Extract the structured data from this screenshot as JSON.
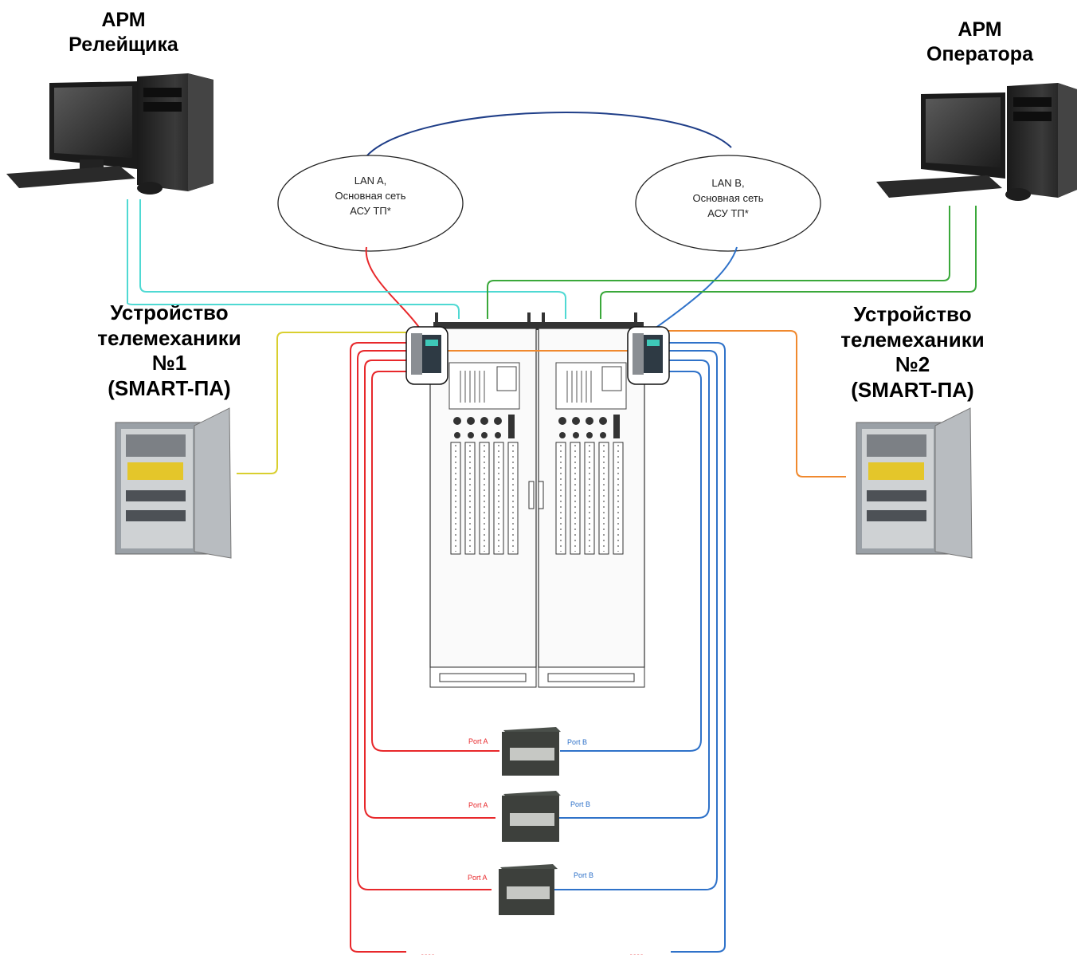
{
  "labels": {
    "arm_relay": [
      "АРМ",
      "Релейщика"
    ],
    "arm_operator": [
      "АРМ",
      "Оператора"
    ],
    "device1": [
      "Устройство",
      "телемеханики",
      "№1",
      "(SMART-ПА)"
    ],
    "device2": [
      "Устройство",
      "телемеханики",
      "№2",
      "(SMART-ПА)"
    ]
  },
  "networks": {
    "lan_a": [
      "LAN A,",
      "Основная сеть",
      "АСУ ТП*"
    ],
    "lan_b": [
      "LAN B,",
      "Основная сеть",
      "АСУ ТП*"
    ]
  },
  "switches": [
    {
      "port_a": "Port A",
      "port_b": "Port B"
    },
    {
      "port_a": "Port A",
      "port_b": "Port B"
    },
    {
      "port_a": "Port A",
      "port_b": "Port B"
    }
  ],
  "continuation": "....",
  "colors": {
    "red": "#e8282b",
    "blue": "#2f72c9",
    "cyan": "#4fd9d3",
    "green": "#3aa83a",
    "yellow": "#d9cf2f",
    "orange": "#f0892e",
    "navy": "#1f3e88"
  },
  "icons": [
    "computer-icon",
    "cabinet-icon",
    "switch-icon",
    "server-rack-icon",
    "network-switch-icon"
  ]
}
